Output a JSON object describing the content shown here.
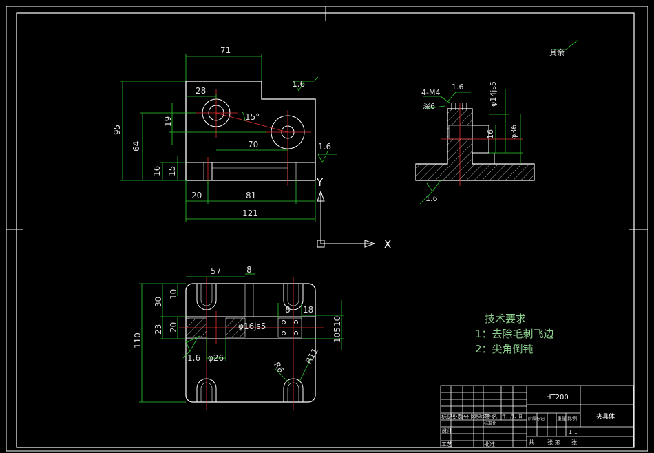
{
  "notes": {
    "title": "技术要求",
    "items": [
      "1：去除毛刺飞边",
      "2：尖角倒钝"
    ]
  },
  "title_block": {
    "material": "HT200",
    "part_name": "夹具体",
    "scale": "1:1",
    "row_labels": [
      "标记",
      "处数",
      "分 区",
      "更改文件号",
      "签 名",
      "年、月、日"
    ],
    "design": "设计",
    "standardize": "标准化",
    "stage_mark": "阶段标记",
    "weight": "重量",
    "ratio": "比例",
    "process": "工艺",
    "approve": "批准",
    "sheet_total": "共",
    "sheet_num": "张 第",
    "sheet_end": "张"
  },
  "front_view": {
    "dims": [
      "71",
      "28",
      "15°",
      "19",
      "70",
      "95",
      "64",
      "16",
      "15",
      "20",
      "81",
      "121"
    ],
    "roughness": [
      "1.6",
      "1.6"
    ]
  },
  "side_view": {
    "dims": [
      "4-M4",
      "深6",
      "φ14js5",
      "φ36",
      "16"
    ],
    "roughness": [
      "1.6",
      "1.6"
    ],
    "other_roughness": "其余"
  },
  "top_view": {
    "dims": [
      "57",
      "8",
      "10",
      "30",
      "20",
      "23",
      "110",
      "φ16js5",
      "8",
      "18",
      "10",
      "105",
      "φ26",
      "R6",
      "R11"
    ],
    "roughness": [
      "1.6"
    ]
  },
  "axes": {
    "x": "X",
    "y": "Y"
  }
}
